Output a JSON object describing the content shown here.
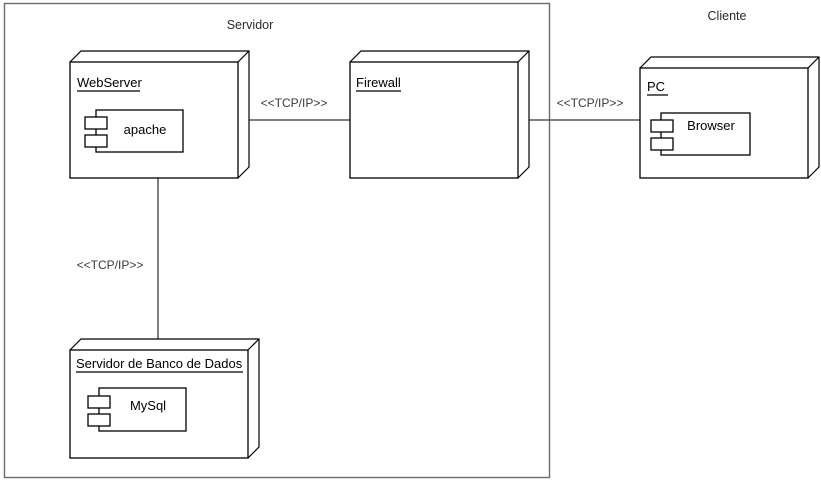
{
  "diagram": {
    "type": "uml-deployment-diagram",
    "background": "#ffffff",
    "line_color": "#000000",
    "boundary_color": "#6b6b6b",
    "connector_color": "#565656"
  },
  "groups": [
    {
      "id": "servidor",
      "label": "Servidor"
    },
    {
      "id": "cliente",
      "label": "Cliente"
    }
  ],
  "nodes": [
    {
      "id": "webserver",
      "label": "WebServer",
      "component": {
        "id": "apache",
        "label": "apache"
      }
    },
    {
      "id": "firewall",
      "label": "Firewall",
      "component": null
    },
    {
      "id": "pc",
      "label": "PC",
      "component": {
        "id": "browser",
        "label": "Browser"
      }
    },
    {
      "id": "dbserver",
      "label": "Servidor de Banco de Dados",
      "component": {
        "id": "mysql",
        "label": "MySql"
      }
    }
  ],
  "connections": [
    {
      "id": "webserver-firewall",
      "from": "webserver",
      "to": "firewall",
      "stereotype": "<<TCP/IP>>"
    },
    {
      "id": "firewall-pc",
      "from": "firewall",
      "to": "pc",
      "stereotype": "<<TCP/IP>>"
    },
    {
      "id": "webserver-dbserver",
      "from": "webserver",
      "to": "dbserver",
      "stereotype": "<<TCP/IP>>"
    }
  ]
}
